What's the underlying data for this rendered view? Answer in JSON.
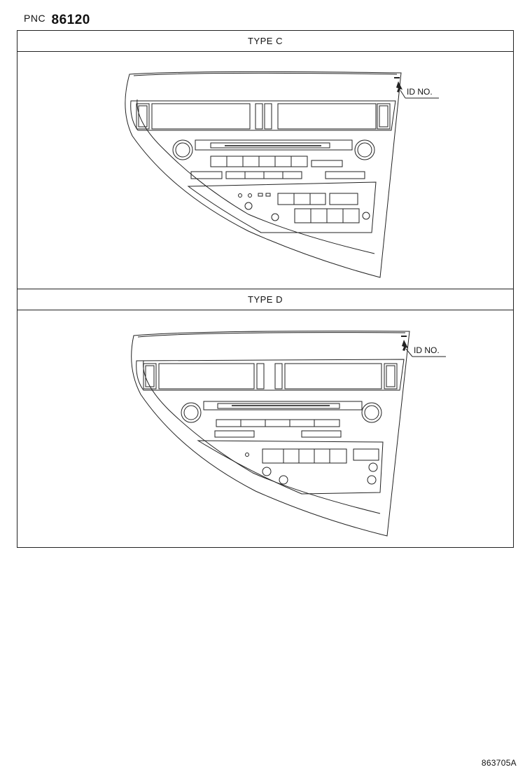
{
  "header": {
    "pnc_label": "PNC",
    "pnc_number": "86120"
  },
  "sections": [
    {
      "title": "TYPE C",
      "callout": "ID NO."
    },
    {
      "title": "TYPE D",
      "callout": "ID NO."
    }
  ],
  "footer": {
    "ref_code": "863705A"
  }
}
